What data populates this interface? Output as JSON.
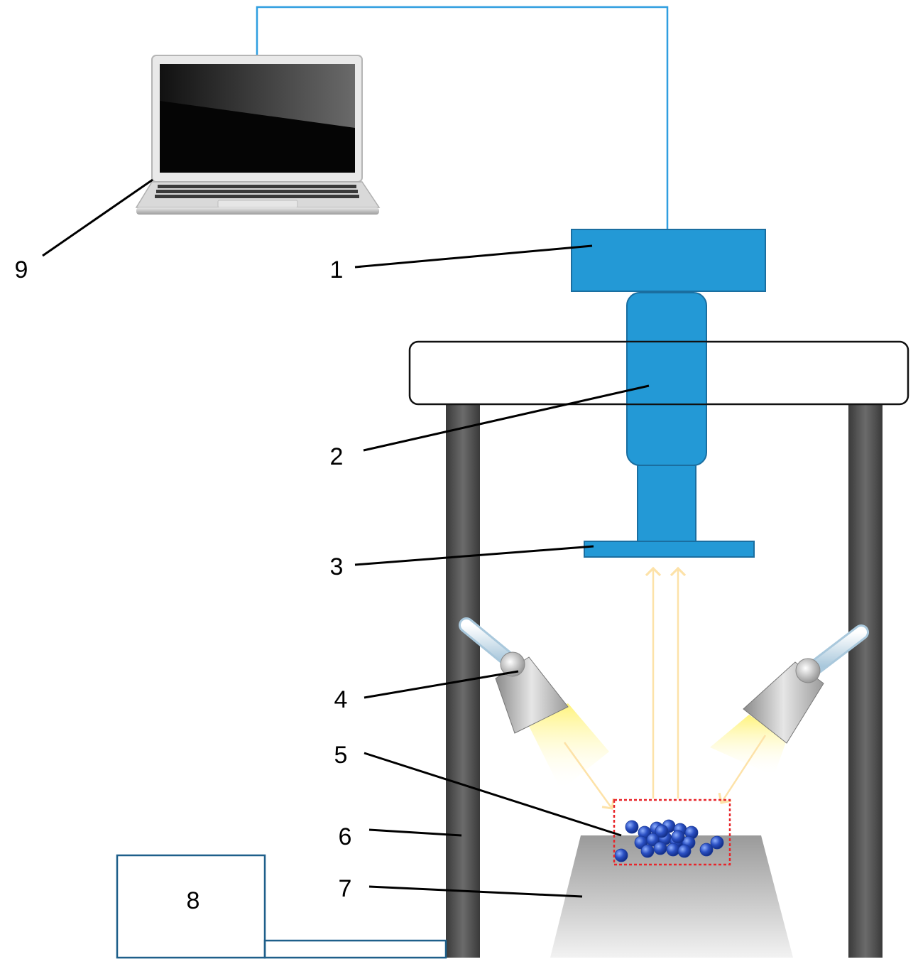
{
  "labels": {
    "n1": "1",
    "n2": "2",
    "n3": "3",
    "n4": "4",
    "n5": "5",
    "n6": "6",
    "n7": "7",
    "n8": "8",
    "n9": "9"
  },
  "colors": {
    "component_blue": "#2399d6",
    "cable_blue": "#2f9ee0",
    "pillar_dark": "#4a4a4a",
    "light_beam": "#fff59a",
    "arrow": "#fde2a8",
    "roi_box": "#e8252a",
    "sample_blue": "#2a4fc2",
    "box_outline": "#1e5f8a"
  }
}
